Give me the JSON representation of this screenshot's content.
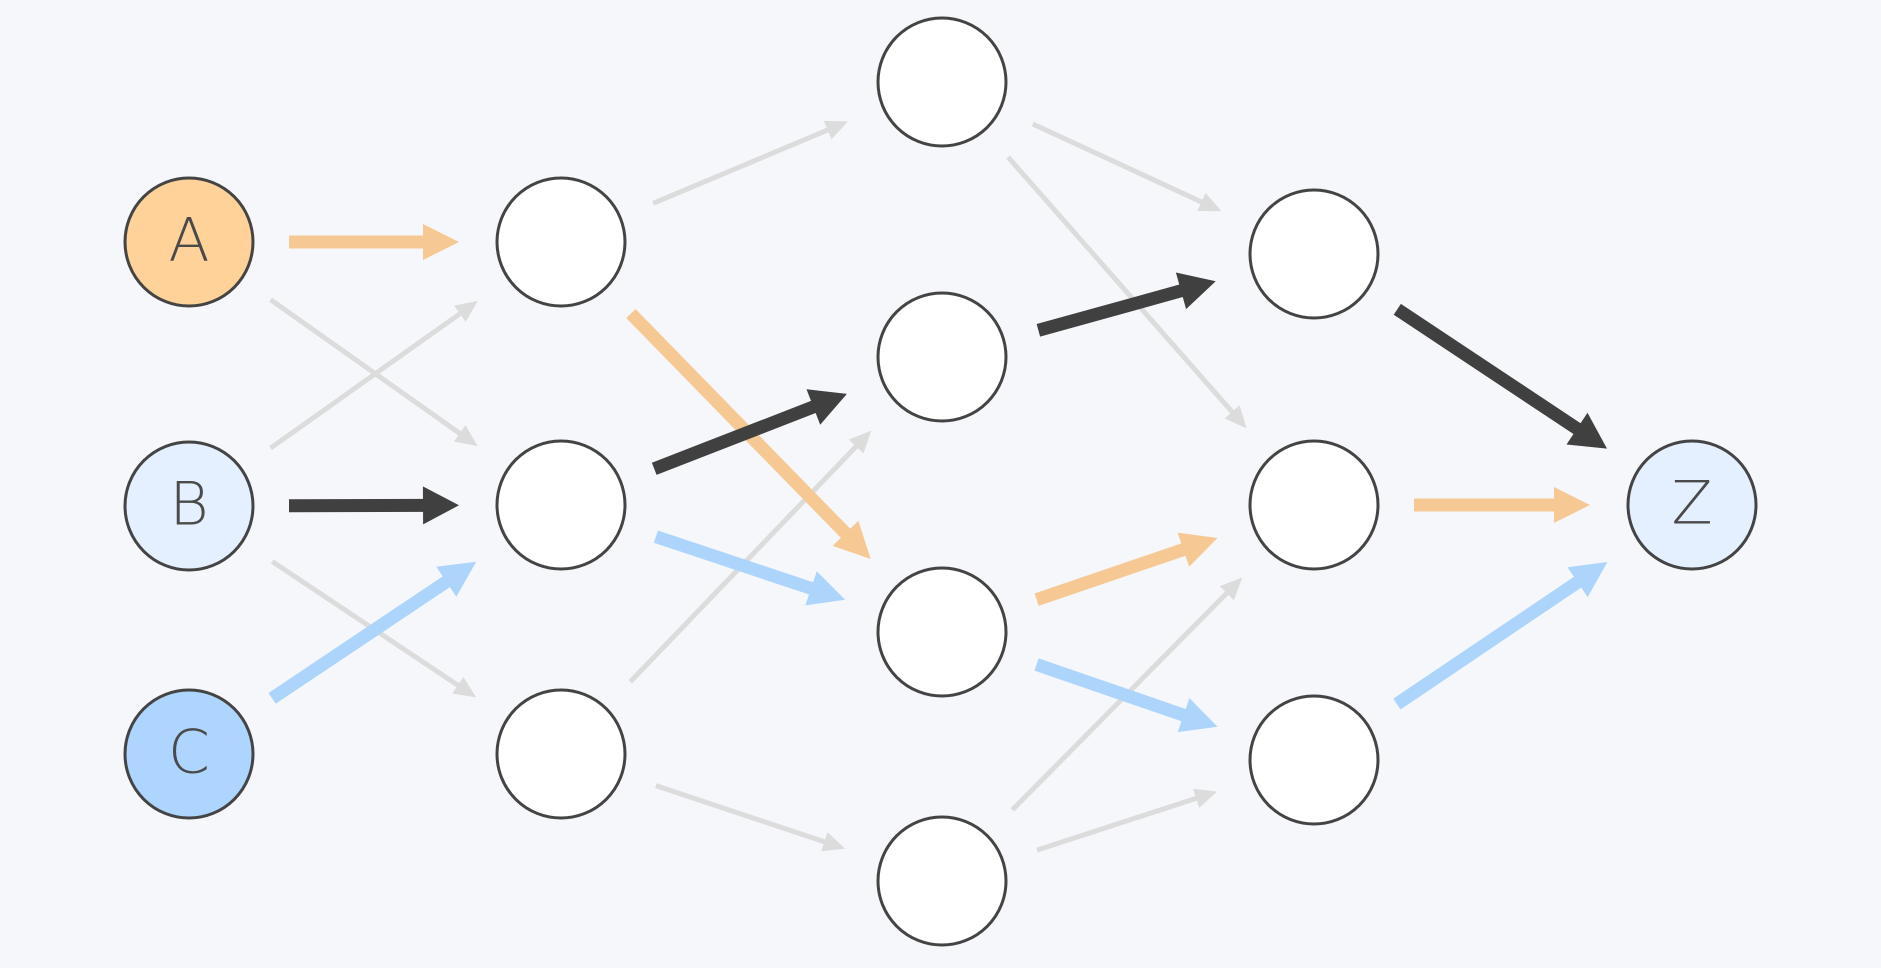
{
  "colors": {
    "background": "#f5f7fa",
    "node_stroke": "#444444",
    "node_default_fill": "#ffffff",
    "node_a_fill": "#ffd299",
    "node_b_fill": "#e4efff",
    "node_c_fill": "#add5ff",
    "node_z_fill": "#e4efff",
    "path_a": "#f6c893",
    "path_b": "#404040",
    "path_c": "#add5fb",
    "inactive": "#dcdcdc"
  },
  "nodes": [
    {
      "id": "A",
      "label": "A",
      "fill_key": "node_a_fill"
    },
    {
      "id": "B",
      "label": "B",
      "fill_key": "node_b_fill"
    },
    {
      "id": "C",
      "label": "C",
      "fill_key": "node_c_fill"
    },
    {
      "id": "h1a",
      "label": "",
      "fill_key": "node_default_fill"
    },
    {
      "id": "h1b",
      "label": "",
      "fill_key": "node_default_fill"
    },
    {
      "id": "h1c",
      "label": "",
      "fill_key": "node_default_fill"
    },
    {
      "id": "h2a",
      "label": "",
      "fill_key": "node_default_fill"
    },
    {
      "id": "h2b",
      "label": "",
      "fill_key": "node_default_fill"
    },
    {
      "id": "h2c",
      "label": "",
      "fill_key": "node_default_fill"
    },
    {
      "id": "h2d",
      "label": "",
      "fill_key": "node_default_fill"
    },
    {
      "id": "h3a",
      "label": "",
      "fill_key": "node_default_fill"
    },
    {
      "id": "h3b",
      "label": "",
      "fill_key": "node_default_fill"
    },
    {
      "id": "h3c",
      "label": "",
      "fill_key": "node_default_fill"
    },
    {
      "id": "Z",
      "label": "Z",
      "fill_key": "node_z_fill"
    }
  ],
  "edges": [
    {
      "from": "A",
      "to": "h1a",
      "style": "path_a"
    },
    {
      "from": "A",
      "to": "h1b",
      "style": "inactive"
    },
    {
      "from": "B",
      "to": "h1a",
      "style": "inactive"
    },
    {
      "from": "B",
      "to": "h1b",
      "style": "path_b"
    },
    {
      "from": "B",
      "to": "h1c",
      "style": "inactive"
    },
    {
      "from": "C",
      "to": "h1b",
      "style": "path_c"
    },
    {
      "from": "h1a",
      "to": "h2a",
      "style": "inactive"
    },
    {
      "from": "h1a",
      "to": "h2c",
      "style": "path_a"
    },
    {
      "from": "h1b",
      "to": "h2b",
      "style": "path_b"
    },
    {
      "from": "h1b",
      "to": "h2c",
      "style": "path_c"
    },
    {
      "from": "h1c",
      "to": "h2b",
      "style": "inactive"
    },
    {
      "from": "h1c",
      "to": "h2d",
      "style": "inactive"
    },
    {
      "from": "h2a",
      "to": "h3a",
      "style": "inactive"
    },
    {
      "from": "h2a",
      "to": "h3b",
      "style": "inactive"
    },
    {
      "from": "h2b",
      "to": "h3a",
      "style": "path_b"
    },
    {
      "from": "h2c",
      "to": "h3b",
      "style": "path_a"
    },
    {
      "from": "h2c",
      "to": "h3c",
      "style": "path_c"
    },
    {
      "from": "h2d",
      "to": "h3b",
      "style": "inactive"
    },
    {
      "from": "h2d",
      "to": "h3c",
      "style": "inactive"
    },
    {
      "from": "h3a",
      "to": "Z",
      "style": "path_b"
    },
    {
      "from": "h3b",
      "to": "Z",
      "style": "path_a"
    },
    {
      "from": "h3c",
      "to": "Z",
      "style": "path_c"
    }
  ]
}
